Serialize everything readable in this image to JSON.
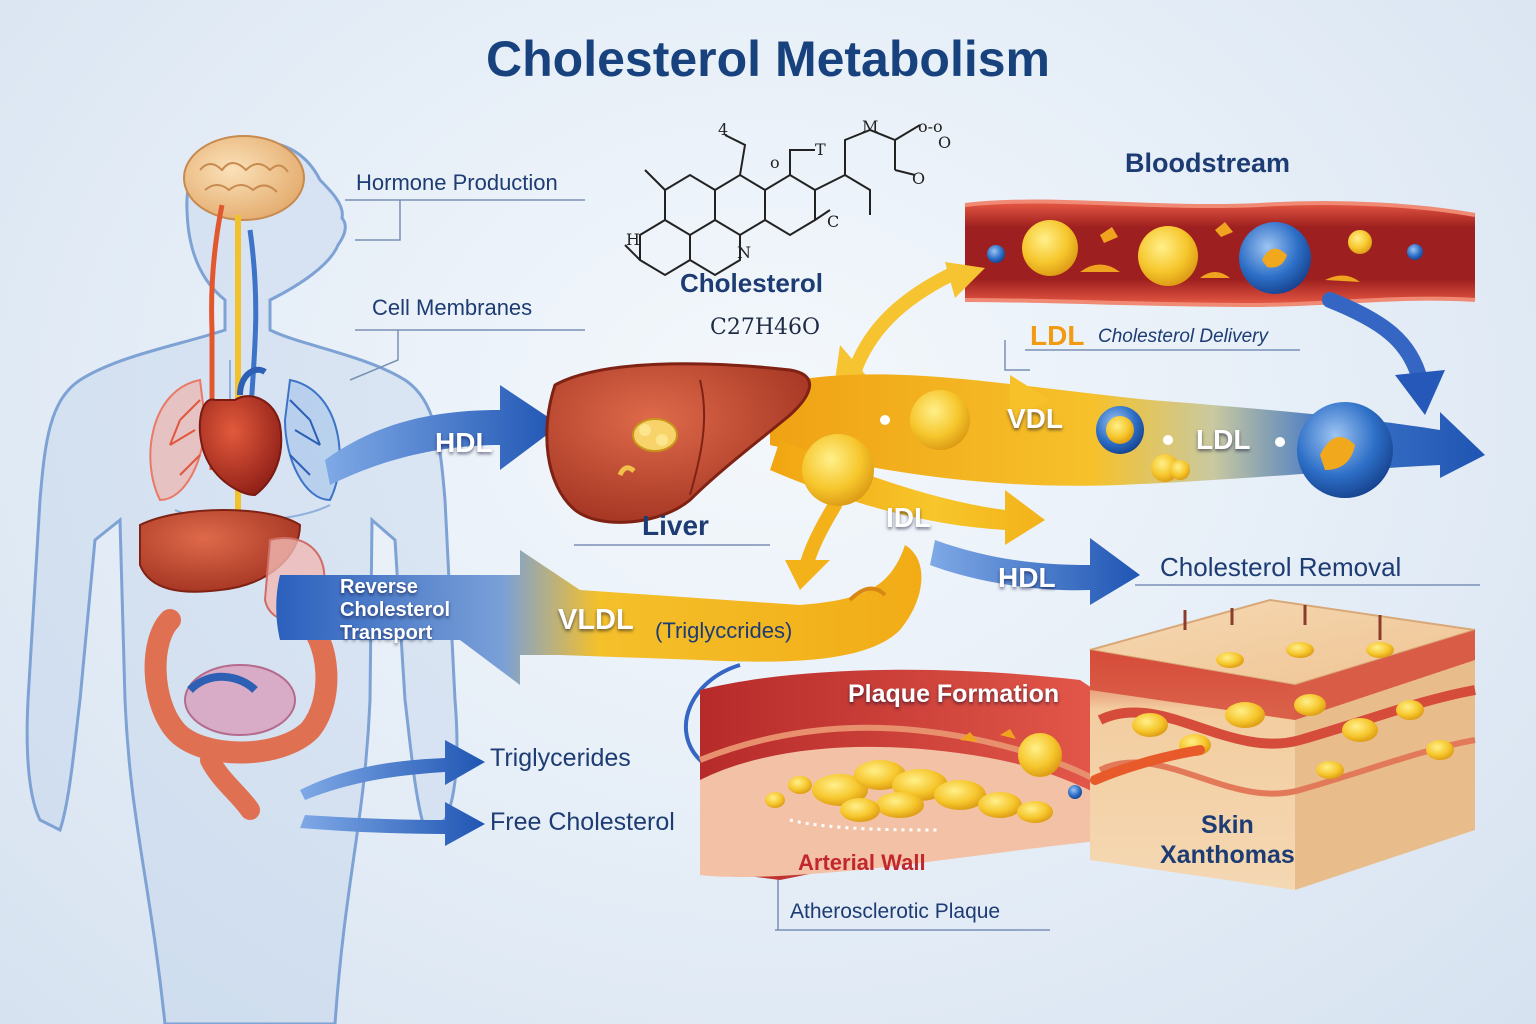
{
  "title": "Cholesterol Metabolism",
  "labels": {
    "hormone_production": "Hormone Production",
    "cell_membranes": "Cell Membranes",
    "molecule_name": "Cholesterol",
    "molecule_formula": "C27H46O",
    "bloodstream": "Bloodstream",
    "ldl_head": "LDL",
    "ldl_delivery": "Cholesterol Delivery",
    "hdl_left": "HDL",
    "liver": "Liver",
    "vdl": "VDL",
    "ldl_stream": "LDL",
    "idl": "IDL",
    "hdl_right": "HDL",
    "cholesterol_removal": "Cholesterol Removal",
    "reverse_transport": [
      "Reverse",
      "Cholesterol",
      "Transport"
    ],
    "vldl": "VLDL",
    "vldl_note": "(Triglyccrides)",
    "plaque_formation": "Plaque Formation",
    "triglycerides": "Triglycerides",
    "free_cholesterol": "Free Cholesterol",
    "arterial_wall": "Arterial Wall",
    "skin_xanthomas": [
      "Skin",
      "Xanthomas"
    ],
    "atherosclerotic_plaque": "Atherosclerotic Plaque"
  },
  "colors": {
    "title": "#17427e",
    "hdl_blue": "#2a62c0",
    "vldl_yellow": "#f3b419",
    "ldl_orange": "#f29a12",
    "liver": "#b23a24",
    "artery_red": "#c8362f",
    "particle_gold": "#f6c62c"
  }
}
